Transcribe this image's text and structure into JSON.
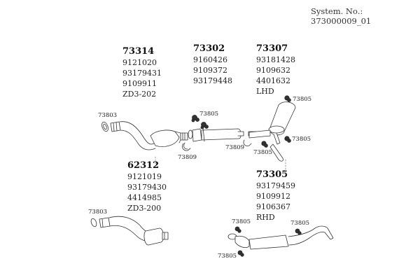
{
  "header": {
    "system_number_label": "System. No.: 373000009_01"
  },
  "groups": [
    {
      "code": "73314",
      "refs": [
        "9121020",
        "93179431",
        "9109911"
      ],
      "note": "ZD3-202"
    },
    {
      "code": "73302",
      "refs": [
        "9160426",
        "9109372",
        "93179448"
      ],
      "note": ""
    },
    {
      "code": "73307",
      "refs": [
        "93181428",
        "9109632",
        "4401632"
      ],
      "note": "LHD"
    },
    {
      "code": "62312",
      "refs": [
        "9121019",
        "93179430",
        "4414985"
      ],
      "note": "ZD3-200"
    },
    {
      "code": "73305",
      "refs": [
        "93179459",
        "9109912",
        "9106367"
      ],
      "note": "RHD"
    }
  ],
  "callouts": {
    "gasket_front_upper": "73803",
    "gasket_front_lower": "73803",
    "clamp_cat": "73809",
    "clamp_mid": "73809",
    "hanger_mid": "73805",
    "hanger_rear_top": "73805",
    "hanger_rear_right": "73805",
    "hanger_rear_left": "73805",
    "hanger_rhd_left_top": "73805",
    "hanger_rhd_right": "73805",
    "hanger_rhd_left_bottom": "73805"
  }
}
